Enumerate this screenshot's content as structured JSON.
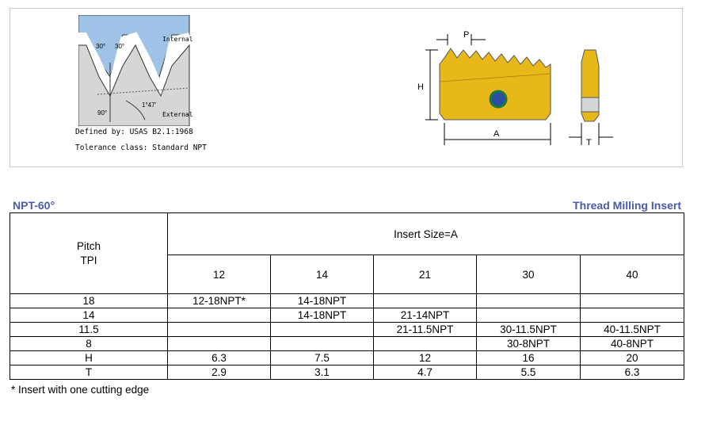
{
  "profile_diagram": {
    "internal_label": "Internal",
    "external_label": "External",
    "angle_left": "30°",
    "angle_right": "30°",
    "angle_90": "90°",
    "taper_angle": "1°47'",
    "defined_by": "Defined by: USAS B2.1:1968",
    "tolerance": "Tolerance class: Standard NPT"
  },
  "insert_diagram": {
    "label_p": "P",
    "label_h": "H",
    "label_a": "A",
    "label_t": "T",
    "colors": {
      "gold": "#e8b81a",
      "gold_dark": "#b8860b",
      "hole": "#2a4fa0"
    }
  },
  "headings": {
    "left": "NPT-60°",
    "right": "Thread Milling Insert"
  },
  "table": {
    "pitch_header": [
      "Pitch",
      "TPI"
    ],
    "insert_size_header": "Insert Size=A",
    "sizes": [
      "12",
      "14",
      "21",
      "30",
      "40"
    ],
    "rows": [
      {
        "label": "18",
        "cells": [
          "12-18NPT*",
          "14-18NPT",
          "",
          "",
          ""
        ]
      },
      {
        "label": "14",
        "cells": [
          "",
          "14-18NPT",
          "21-14NPT",
          "",
          ""
        ]
      },
      {
        "label": "11.5",
        "cells": [
          "",
          "",
          "21-11.5NPT",
          "30-11.5NPT",
          "40-11.5NPT"
        ]
      },
      {
        "label": "8",
        "cells": [
          "",
          "",
          "",
          "30-8NPT",
          "40-8NPT"
        ]
      },
      {
        "label": "H",
        "cells": [
          "6.3",
          "7.5",
          "12",
          "16",
          "20"
        ]
      },
      {
        "label": "T",
        "cells": [
          "2.9",
          "3.1",
          "4.7",
          "5.5",
          "6.3"
        ]
      }
    ]
  },
  "footnote": "* Insert with one cutting edge"
}
